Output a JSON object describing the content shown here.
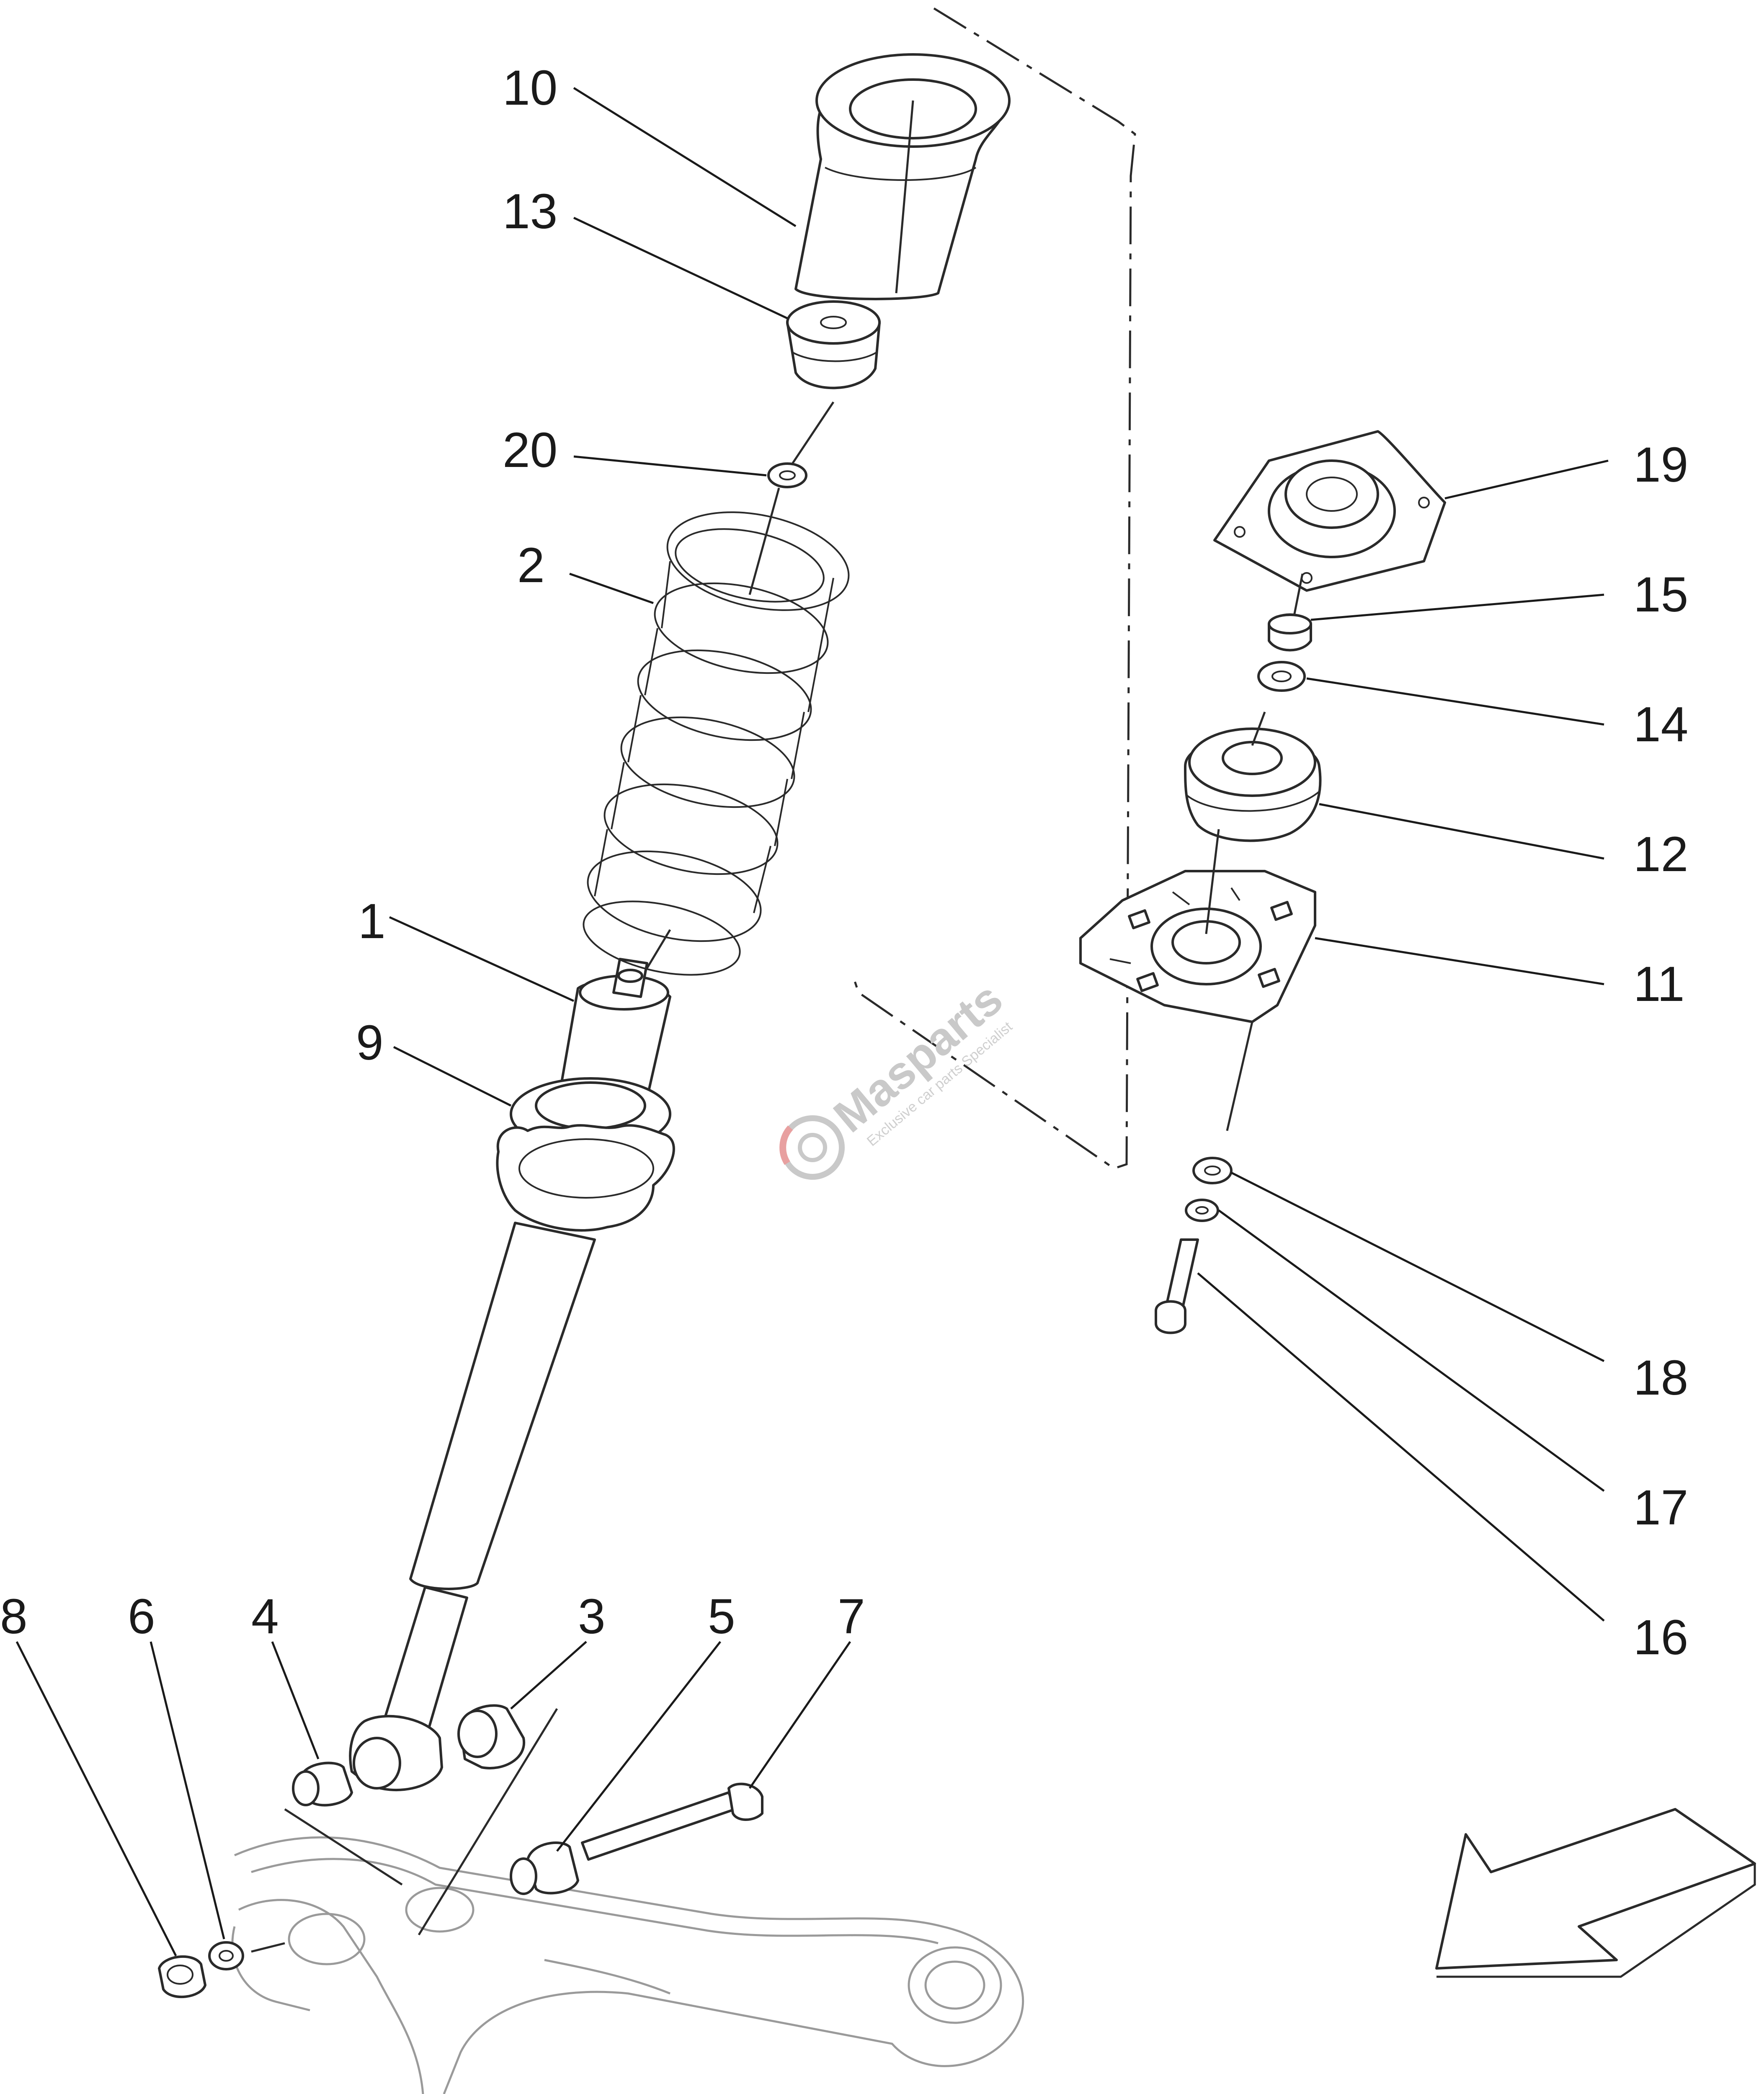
{
  "callouts": {
    "c1": "1",
    "c2": "2",
    "c3": "3",
    "c4": "4",
    "c5": "5",
    "c6": "6",
    "c7": "7",
    "c8": "8",
    "c9": "9",
    "c10": "10",
    "c11": "11",
    "c12": "12",
    "c13": "13",
    "c14": "14",
    "c15": "15",
    "c16": "16",
    "c17": "17",
    "c18": "18",
    "c19": "19",
    "c20": "20"
  },
  "watermark": {
    "brand": "Masparts",
    "tagline": "Exclusive car parts Specialist"
  },
  "colors": {
    "line": "#2a2a2a",
    "ghost": "#9a9a9a",
    "watermark": "#c9c9c9",
    "watermark_accent": "#e8a0a0"
  }
}
